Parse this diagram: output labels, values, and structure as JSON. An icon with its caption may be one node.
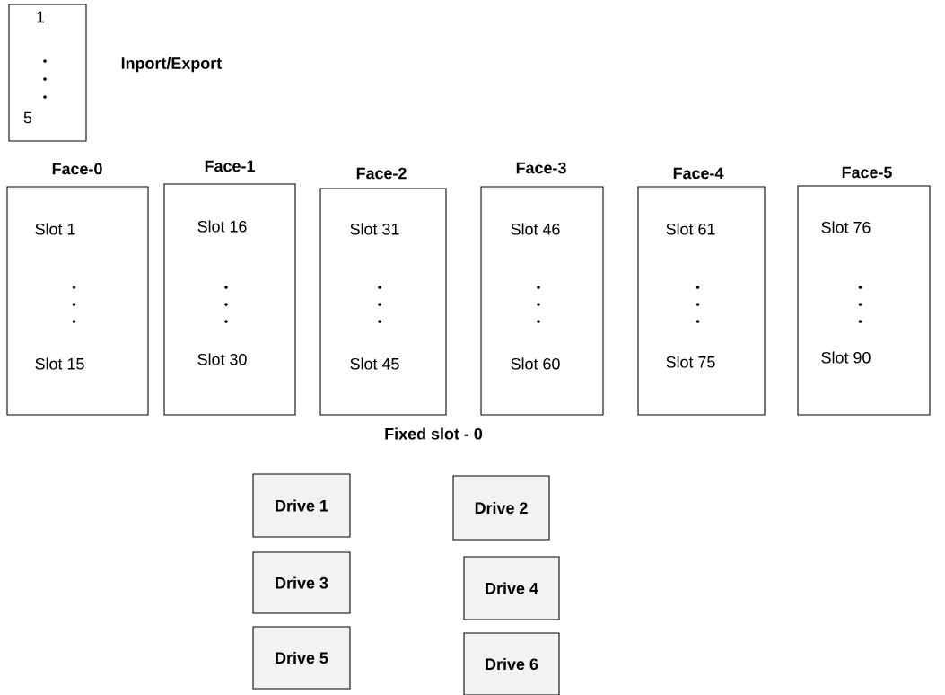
{
  "diagram": {
    "nodes": [
      {
        "text": [
          "1",
          "5"
        ],
        "beside": [
          "Inport/Export"
        ]
      },
      {
        "text": [
          "Face-0",
          "Slot 1",
          "Slot 15"
        ]
      },
      {
        "text": [
          "Face-1",
          "Slot 16",
          "Slot 30"
        ]
      },
      {
        "text": [
          "Face-2",
          "Slot 31",
          "Slot 45"
        ]
      },
      {
        "text": [
          "Face-3",
          "Slot 46",
          "Slot 60"
        ]
      },
      {
        "text": [
          "Face-4",
          "Slot 61",
          "Slot 75"
        ]
      },
      {
        "text": [
          "Face-5",
          "Slot 76",
          "Slot 90"
        ]
      },
      {
        "text": [
          "Drive 1"
        ]
      },
      {
        "text": [
          "Drive 2"
        ]
      },
      {
        "text": [
          "Drive 3"
        ]
      },
      {
        "text": [
          "Drive 4"
        ]
      },
      {
        "text": [
          "Drive 5"
        ]
      },
      {
        "text": [
          "Drive 6"
        ]
      }
    ],
    "labels": [
      "Fixed slot - 0"
    ]
  }
}
